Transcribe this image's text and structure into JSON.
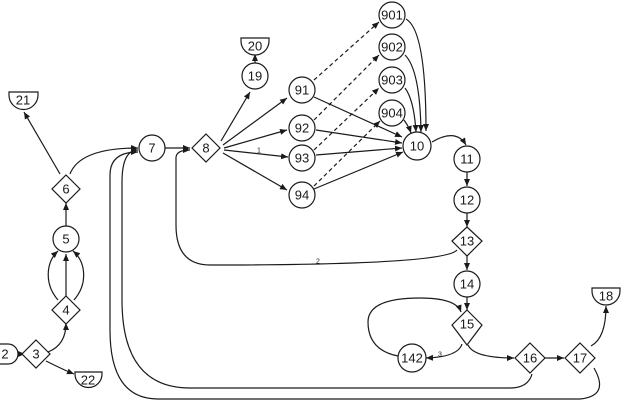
{
  "diagram": {
    "nodes": {
      "n2": "2",
      "n3": "3",
      "n4": "4",
      "n5": "5",
      "n6": "6",
      "n7": "7",
      "n8": "8",
      "n10": "10",
      "n11": "11",
      "n12": "12",
      "n13": "13",
      "n14": "14",
      "n15": "15",
      "n16": "16",
      "n17": "17",
      "n18": "18",
      "n19": "19",
      "n20": "20",
      "n21": "21",
      "n22": "22",
      "n91": "91",
      "n92": "92",
      "n93": "93",
      "n94": "94",
      "n142": "142",
      "n901": "901",
      "n902": "902",
      "n903": "903",
      "n904": "904"
    },
    "edge_labels": {
      "e8to93": "1",
      "e13to8": "2",
      "e15to142": "3"
    }
  }
}
